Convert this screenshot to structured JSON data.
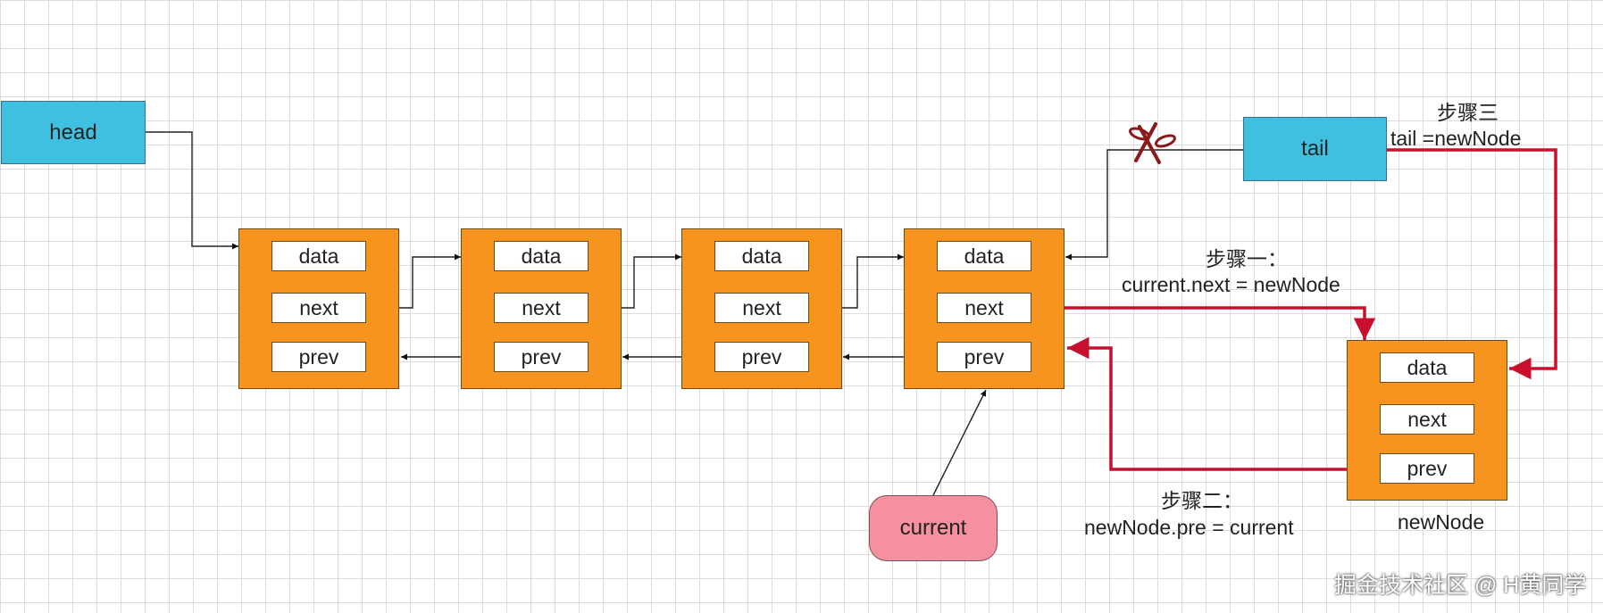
{
  "head_label": "head",
  "tail_label": "tail",
  "current_label": "current",
  "nodes": [
    {
      "data": "data",
      "next": "next",
      "prev": "prev"
    },
    {
      "data": "data",
      "next": "next",
      "prev": "prev"
    },
    {
      "data": "data",
      "next": "next",
      "prev": "prev"
    },
    {
      "data": "data",
      "next": "next",
      "prev": "prev"
    }
  ],
  "new_node": {
    "data": "data",
    "next": "next",
    "prev": "prev",
    "caption": "newNode"
  },
  "steps": {
    "step1": {
      "title": "步骤一：",
      "code": "current.next  =  newNode"
    },
    "step2": {
      "title": "步骤二：",
      "code": "newNode.pre  =  current"
    },
    "step3": {
      "title": "步骤三",
      "code": "tail =newNode"
    }
  },
  "watermark": "掘金技术社区 @ H黄同学",
  "colors": {
    "pointer_fill": "#40c0e0",
    "node_fill": "#f7941d",
    "current_fill": "#f4909f",
    "highlight_arrow": "#c8102e",
    "scissors": "#8b1a1a"
  },
  "icons": [
    "scissors-icon"
  ]
}
